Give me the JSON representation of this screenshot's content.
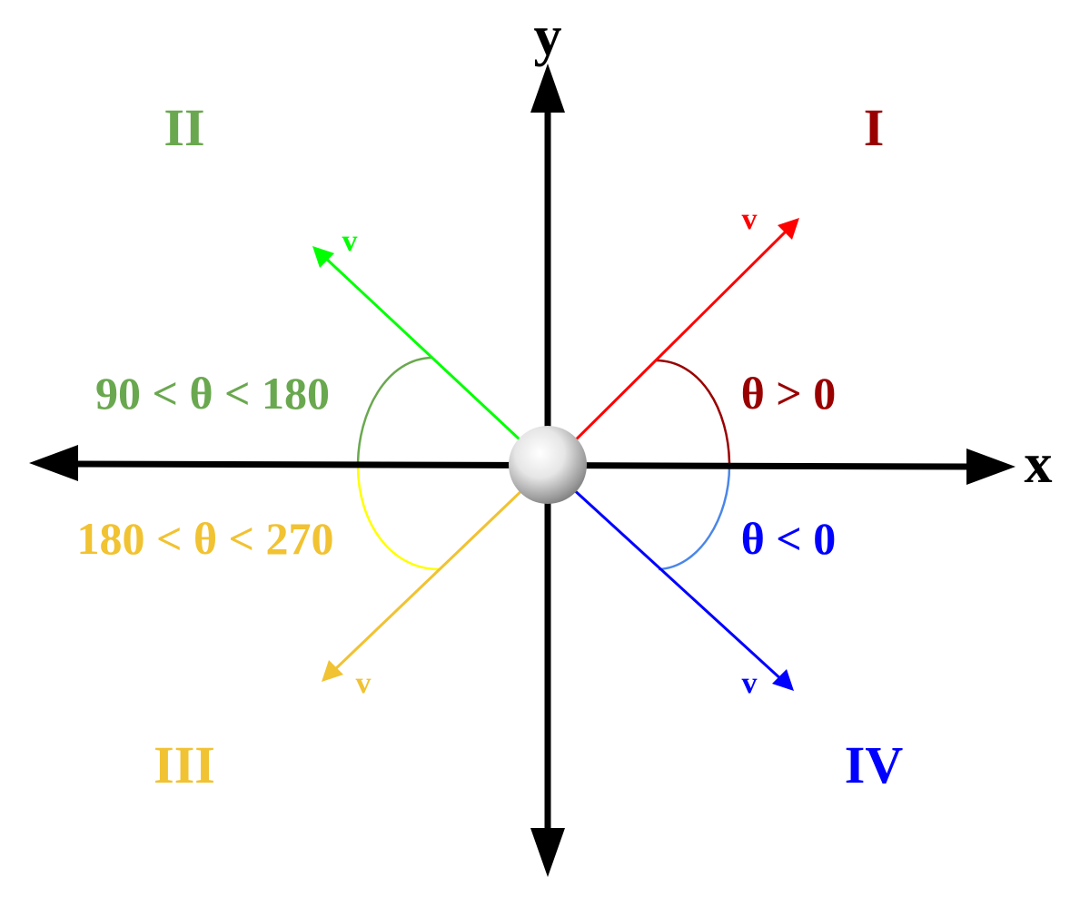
{
  "axes": {
    "x_label": "x",
    "y_label": "y"
  },
  "quadrants": {
    "q1": {
      "label": "I",
      "color": "#990000"
    },
    "q2": {
      "label": "II",
      "color": "#6aa84f"
    },
    "q3": {
      "label": "III",
      "color": "#f1c232"
    },
    "q4": {
      "label": "IV",
      "color": "#0000ff"
    }
  },
  "vectors": {
    "red": {
      "label": "v",
      "color": "#ff0000"
    },
    "green": {
      "label": "v",
      "color": "#00ff00"
    },
    "yellow": {
      "label": "v",
      "color": "#f1c232"
    },
    "blue": {
      "label": "v",
      "color": "#0000ff"
    }
  },
  "conditions": {
    "q1": {
      "text": "θ > 0",
      "color": "#990000"
    },
    "q2": {
      "text": "90 < θ < 180",
      "color": "#6aa84f"
    },
    "q3": {
      "text": "180 < θ < 270",
      "color": "#f1c232"
    },
    "q4": {
      "text": "θ < 0",
      "color": "#0000ff"
    }
  },
  "arc_colors": {
    "q1": "#990000",
    "q2": "#6aa84f",
    "q3": "#ffff00",
    "q4": "#4a86e8"
  },
  "axis_color": "#000000"
}
